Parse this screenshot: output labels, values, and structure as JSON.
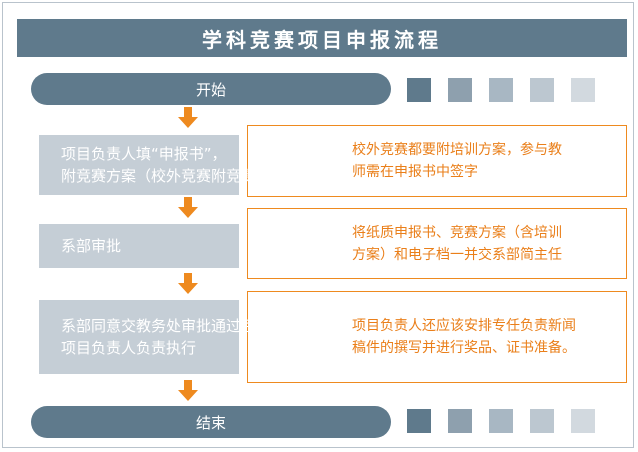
{
  "title": "学科竞赛项目申报流程",
  "start_label": "开始",
  "end_label": "结束",
  "steps": [
    {
      "lines": [
        "项目负责人填“申报书”，",
        "附竞赛方案（校外竞赛附竞赛通知）"
      ]
    },
    {
      "lines": [
        "系部审批"
      ]
    },
    {
      "lines": [
        "系部同意交教务处审批通过后由",
        "项目负责人负责执行"
      ]
    }
  ],
  "notes": [
    {
      "lines": [
        "校外竞赛都要附培训方案，参与教",
        "师需在申报书中签字"
      ]
    },
    {
      "lines": [
        "将纸质申报书、竞赛方案（含培训",
        "方案）和电子档一并交系部简主任"
      ]
    },
    {
      "lines": [
        "项目负责人还应该安排专任负责新闻",
        "稿件的撰写并进行奖品、证书准备。"
      ]
    }
  ],
  "colors": {
    "primary": "#5f7a8c",
    "step_fill": "#c5ced6",
    "accent": "#ee8a1f",
    "swatches": [
      "#5f7a8c",
      "#8ea0ae",
      "#a8b7c3",
      "#bcc7d0",
      "#d2d9df"
    ]
  }
}
